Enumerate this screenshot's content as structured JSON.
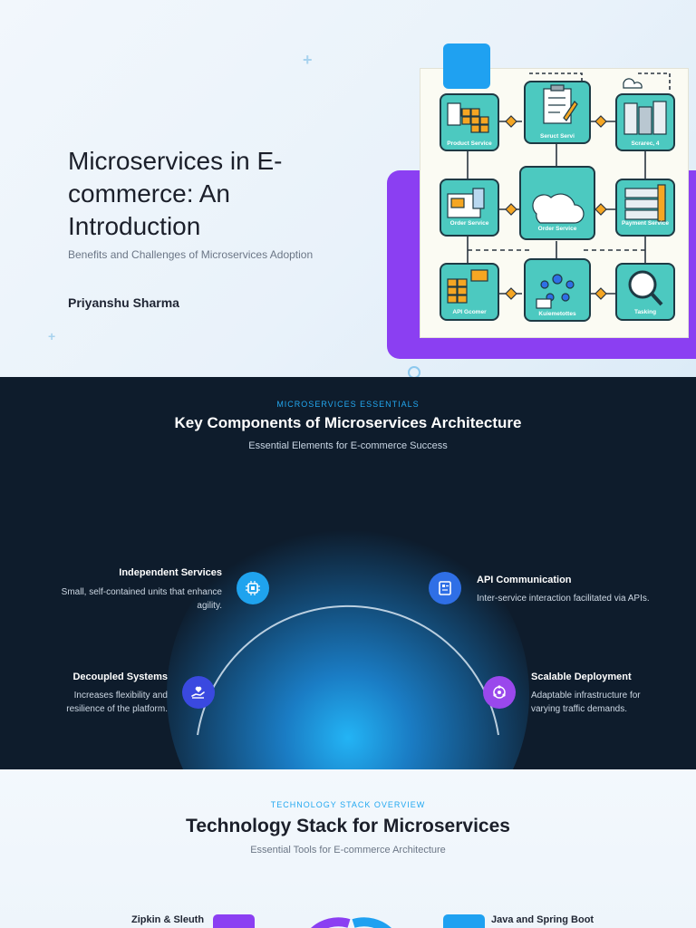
{
  "slide1": {
    "title": "Microservices in E-commerce: An Introduction",
    "subtitle": "Benefits and Challenges of Microservices Adoption",
    "author": "Priyanshu Sharma",
    "diagram_labels": {
      "product_service": "Product Service",
      "search_service": "Seruct Servi",
      "top_right": "Scrarec, 4",
      "order_service_left": "Order Service",
      "order_service_center": "Order Service",
      "payment_service": "Payment Service",
      "api_gateway": "API Gcomer",
      "kubernetes": "Kuiemetottes",
      "tasking": "Tasking"
    }
  },
  "slide2": {
    "kicker": "MICROSERVICES ESSENTIALS",
    "title": "Key Components of Microservices Architecture",
    "subtitle": "Essential Elements for E-commerce Success",
    "components": [
      {
        "title": "Independent Services",
        "desc_line1": "Small, self-contained units that enhance",
        "desc_line2": "agility.",
        "icon": "chip-icon",
        "color": "#1fa3ee"
      },
      {
        "title": "API Communication",
        "desc_line1": "Inter-service interaction facilitated via APIs.",
        "desc_line2": "",
        "icon": "api-doc-icon",
        "color": "#2f6fe6"
      },
      {
        "title": "Decoupled Systems",
        "desc_line1": "Increases flexibility and",
        "desc_line2": "resilience of the platform.",
        "icon": "hand-icon",
        "color": "#3a49e0"
      },
      {
        "title": "Scalable Deployment",
        "desc_line1": "Adaptable infrastructure for",
        "desc_line2": "varying traffic demands.",
        "icon": "network-icon",
        "color": "#9a48ec"
      }
    ]
  },
  "slide3": {
    "kicker": "TECHNOLOGY STACK OVERVIEW",
    "title": "Technology Stack for Microservices",
    "subtitle": "Essential Tools for E-commerce Architecture",
    "items": [
      {
        "label": "Zipkin & Sleuth",
        "color": "#8b3ff2"
      },
      {
        "label": "Java and Spring Boot",
        "color": "#1fa1f1"
      }
    ]
  }
}
